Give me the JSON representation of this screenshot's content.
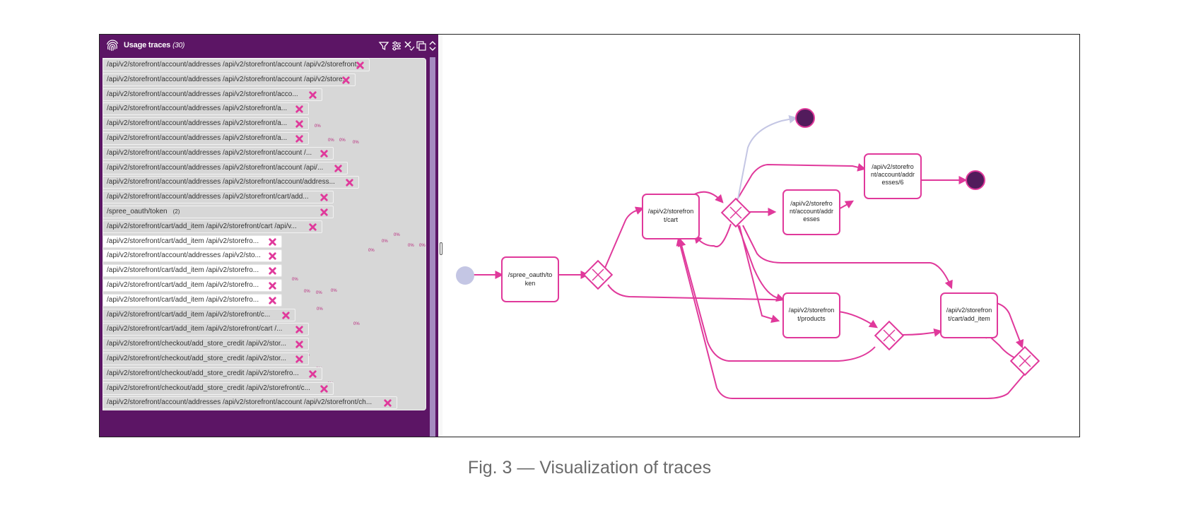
{
  "panel": {
    "title": "Usage traces",
    "count": "(30)",
    "header_icons": [
      "funnel-icon",
      "sliders-icon",
      "clear-filter-icon",
      "copy-icon",
      "collapse-icon"
    ]
  },
  "traces": [
    {
      "text": "/api/v2/storefront/account/addresses /api/v2/storefront/account /api/v2/storefront..."
    },
    {
      "text": "/api/v2/storefront/account/addresses /api/v2/storefront/account /api/v2/store..."
    },
    {
      "text": "/api/v2/storefront/account/addresses /api/v2/storefront/acco..."
    },
    {
      "text": "/api/v2/storefront/account/addresses /api/v2/storefront/a..."
    },
    {
      "text": "/api/v2/storefront/account/addresses /api/v2/storefront/a..."
    },
    {
      "text": "/api/v2/storefront/account/addresses /api/v2/storefront/a..."
    },
    {
      "text": "/api/v2/storefront/account/addresses /api/v2/storefront/account /..."
    },
    {
      "text": "/api/v2/storefront/account/addresses /api/v2/storefront/account /api/..."
    },
    {
      "text": "/api/v2/storefront/account/addresses /api/v2/storefront/account/address..."
    },
    {
      "text": "/api/v2/storefront/account/addresses /api/v2/storefront/cart/add..."
    },
    {
      "text": "/spree_oauth/token",
      "count": "(2)"
    },
    {
      "text": "/api/v2/storefront/cart/add_item /api/v2/storefront/cart /api/v..."
    },
    {
      "text": "/api/v2/storefront/cart/add_item /api/v2/storefro..."
    },
    {
      "text": "/api/v2/storefront/account/addresses /api/v2/sto..."
    },
    {
      "text": "/api/v2/storefront/cart/add_item /api/v2/storefro..."
    },
    {
      "text": "/api/v2/storefront/cart/add_item /api/v2/storefro..."
    },
    {
      "text": "/api/v2/storefront/cart/add_item /api/v2/storefro..."
    },
    {
      "text": "/api/v2/storefront/cart/add_item /api/v2/storefront/c..."
    },
    {
      "text": "/api/v2/storefront/cart/add_item /api/v2/storefront/cart /..."
    },
    {
      "text": "/api/v2/storefront/checkout/add_store_credit /api/v2/stor..."
    },
    {
      "text": "/api/v2/storefront/checkout/add_store_credit /api/v2/stor..."
    },
    {
      "text": "/api/v2/storefront/checkout/add_store_credit /api/v2/storefro..."
    },
    {
      "text": "/api/v2/storefront/checkout/add_store_credit /api/v2/storefront/c..."
    },
    {
      "text": "/api/v2/storefront/account/addresses /api/v2/storefront/account /api/v2/storefront/ch..."
    }
  ],
  "similarity_label": "0%",
  "graph": {
    "nodes": {
      "spree_token": [
        "/spree_oauth/to",
        "ken"
      ],
      "cart": [
        "/api/v2/storefron",
        "t/cart"
      ],
      "addresses": [
        "/api/v2/storefro",
        "nt/account/addr",
        "esses"
      ],
      "addresses6": [
        "/api/v2/storefro",
        "nt/account/addr",
        "esses/6"
      ],
      "products": [
        "/api/v2/storefron",
        "t/products"
      ],
      "add_item": [
        "/api/v2/storefron",
        "t/cart/add_item"
      ]
    },
    "colors": {
      "edge": "#e0399b",
      "edge_faded": "#c4c6e4",
      "start": "#c4c6e4",
      "end": "#521b5c",
      "panel": "#5c1565",
      "remove": "#e0399b"
    }
  },
  "caption": "Fig. 3 — Visualization of traces"
}
